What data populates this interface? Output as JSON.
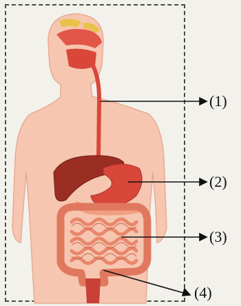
{
  "labels": {
    "l1": "(1)",
    "l2": "(2)",
    "l3": "(3)",
    "l4": "(4)"
  },
  "colors": {
    "skin": "#f6c6b0",
    "organ_red": "#d9473a",
    "liver": "#9b2e22",
    "intestine": "#e8876c",
    "frame": "#3f4f3f"
  }
}
